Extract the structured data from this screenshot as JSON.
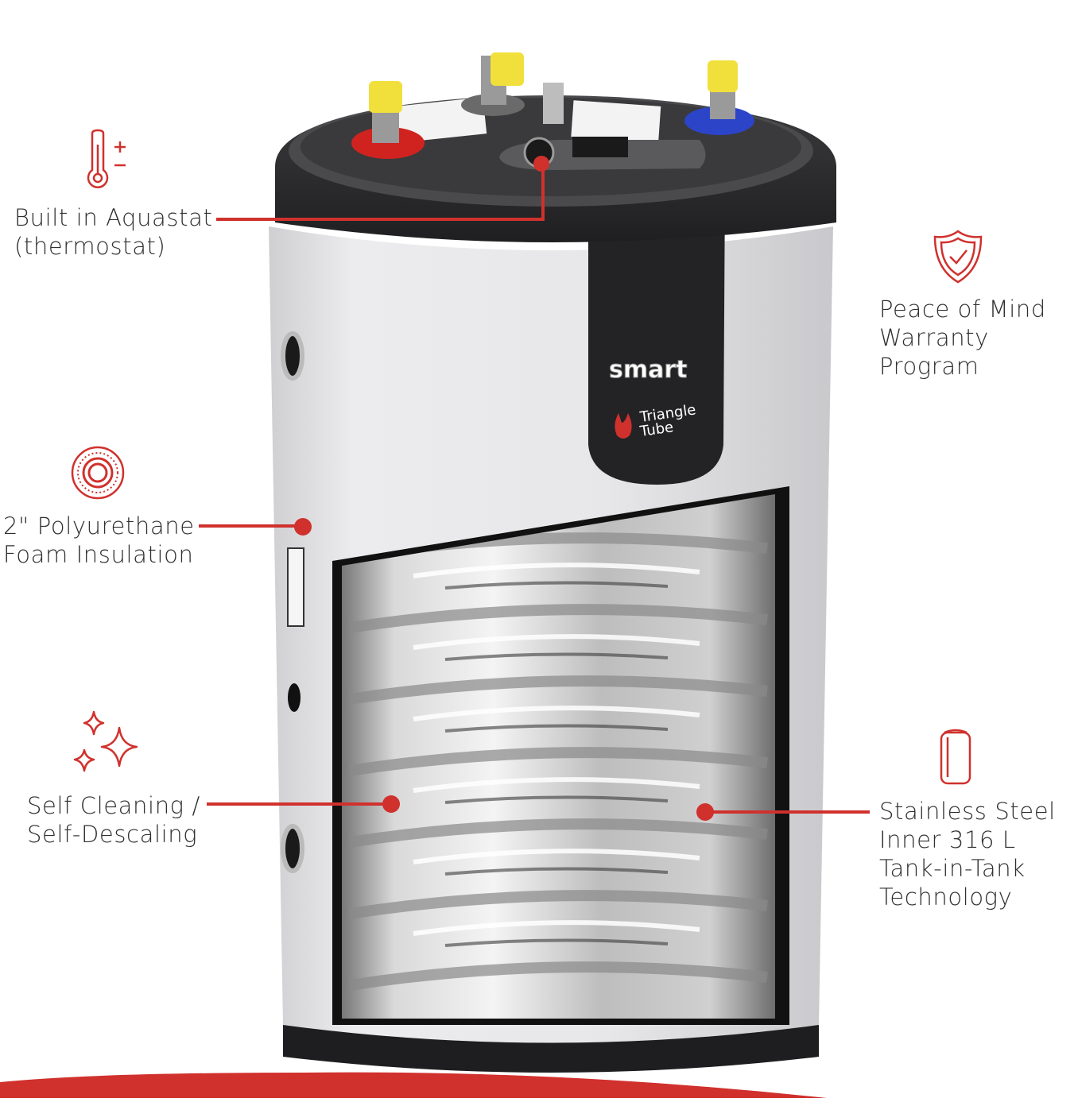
{
  "brand": {
    "product": "smart",
    "logo_line1": "Triangle",
    "logo_line2": "Tube"
  },
  "features": {
    "aquastat": {
      "line1": "Built in Aquastat",
      "line2": "(thermostat)",
      "icon": "thermometer-icon"
    },
    "insulation": {
      "line1": "2\" Polyurethane",
      "line2": "Foam Insulation",
      "icon": "insulation-rings-icon"
    },
    "cleaning": {
      "line1": "Self Cleaning /",
      "line2": "Self-Descaling",
      "icon": "sparkles-icon"
    },
    "warranty": {
      "line1": "Peace of Mind",
      "line2": "Warranty",
      "line3": "Program",
      "icon": "shield-check-icon"
    },
    "steel": {
      "line1": "Stainless Steel",
      "line2": "Inner 316 L",
      "line3": "Tank-in-Tank",
      "line4": "Technology",
      "icon": "cylinder-tank-icon"
    }
  },
  "colors": {
    "accent": "#d0312d",
    "text": "#2f2f2f",
    "tank_body": "#e6e6e8",
    "tank_cap": "#2b2b2d"
  }
}
